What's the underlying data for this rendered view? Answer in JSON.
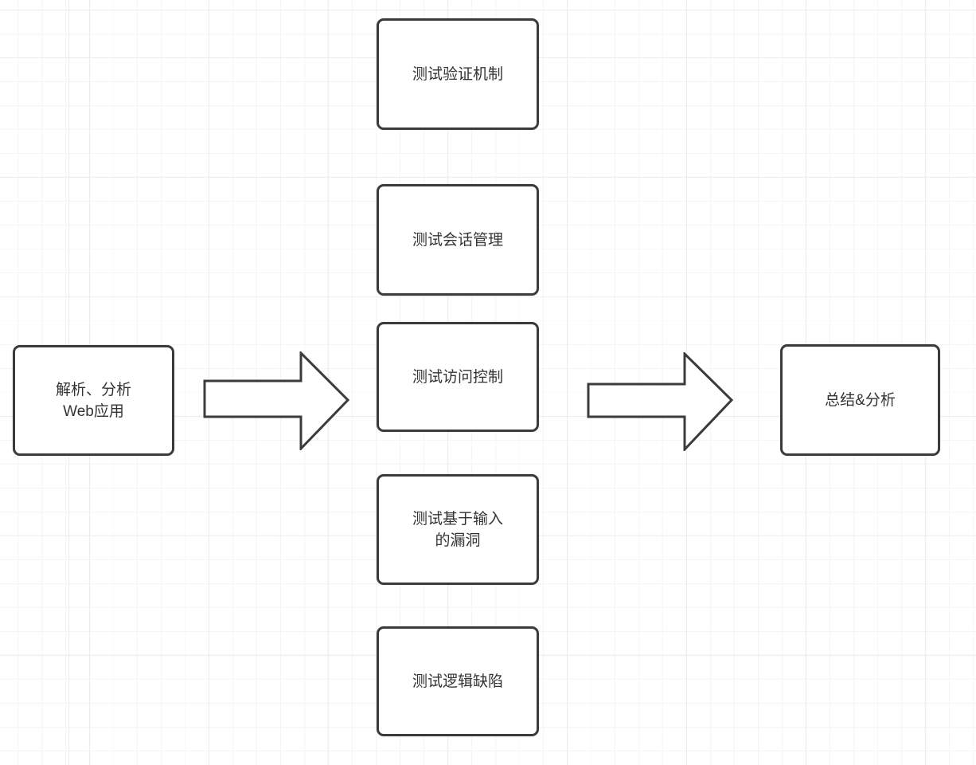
{
  "canvas": {
    "background": "#ffffff",
    "grid_minor_color": "#f5f5f5",
    "grid_major_color": "#ececec",
    "node_border_color": "#3b3b3b",
    "node_fill_color": "#ffffff",
    "text_color": "#333333"
  },
  "diagram": {
    "type": "flowchart",
    "nodes": {
      "parse": {
        "label": "解析、分析\nWeb应用"
      },
      "auth": {
        "label": "测试验证机制"
      },
      "session": {
        "label": "测试会话管理"
      },
      "access": {
        "label": "测试访问控制"
      },
      "input": {
        "label": "测试基于输入\n的漏洞"
      },
      "logic": {
        "label": "测试逻辑缺陷"
      },
      "summary": {
        "label": "总结&分析"
      }
    },
    "connectors": [
      {
        "icon": "block-arrow-right-icon",
        "from": "parse",
        "to": "middle-column"
      },
      {
        "icon": "block-arrow-right-icon",
        "from": "middle-column",
        "to": "summary"
      }
    ]
  }
}
